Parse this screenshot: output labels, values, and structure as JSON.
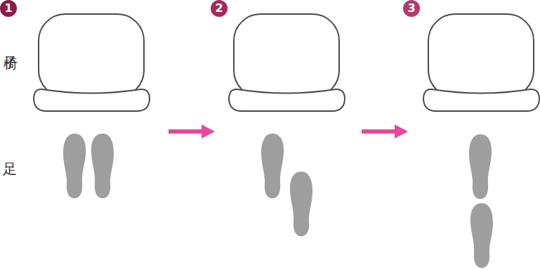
{
  "diagram": {
    "labels": [
      "1",
      "2",
      "3",
      "椅子",
      "足"
    ]
  }
}
